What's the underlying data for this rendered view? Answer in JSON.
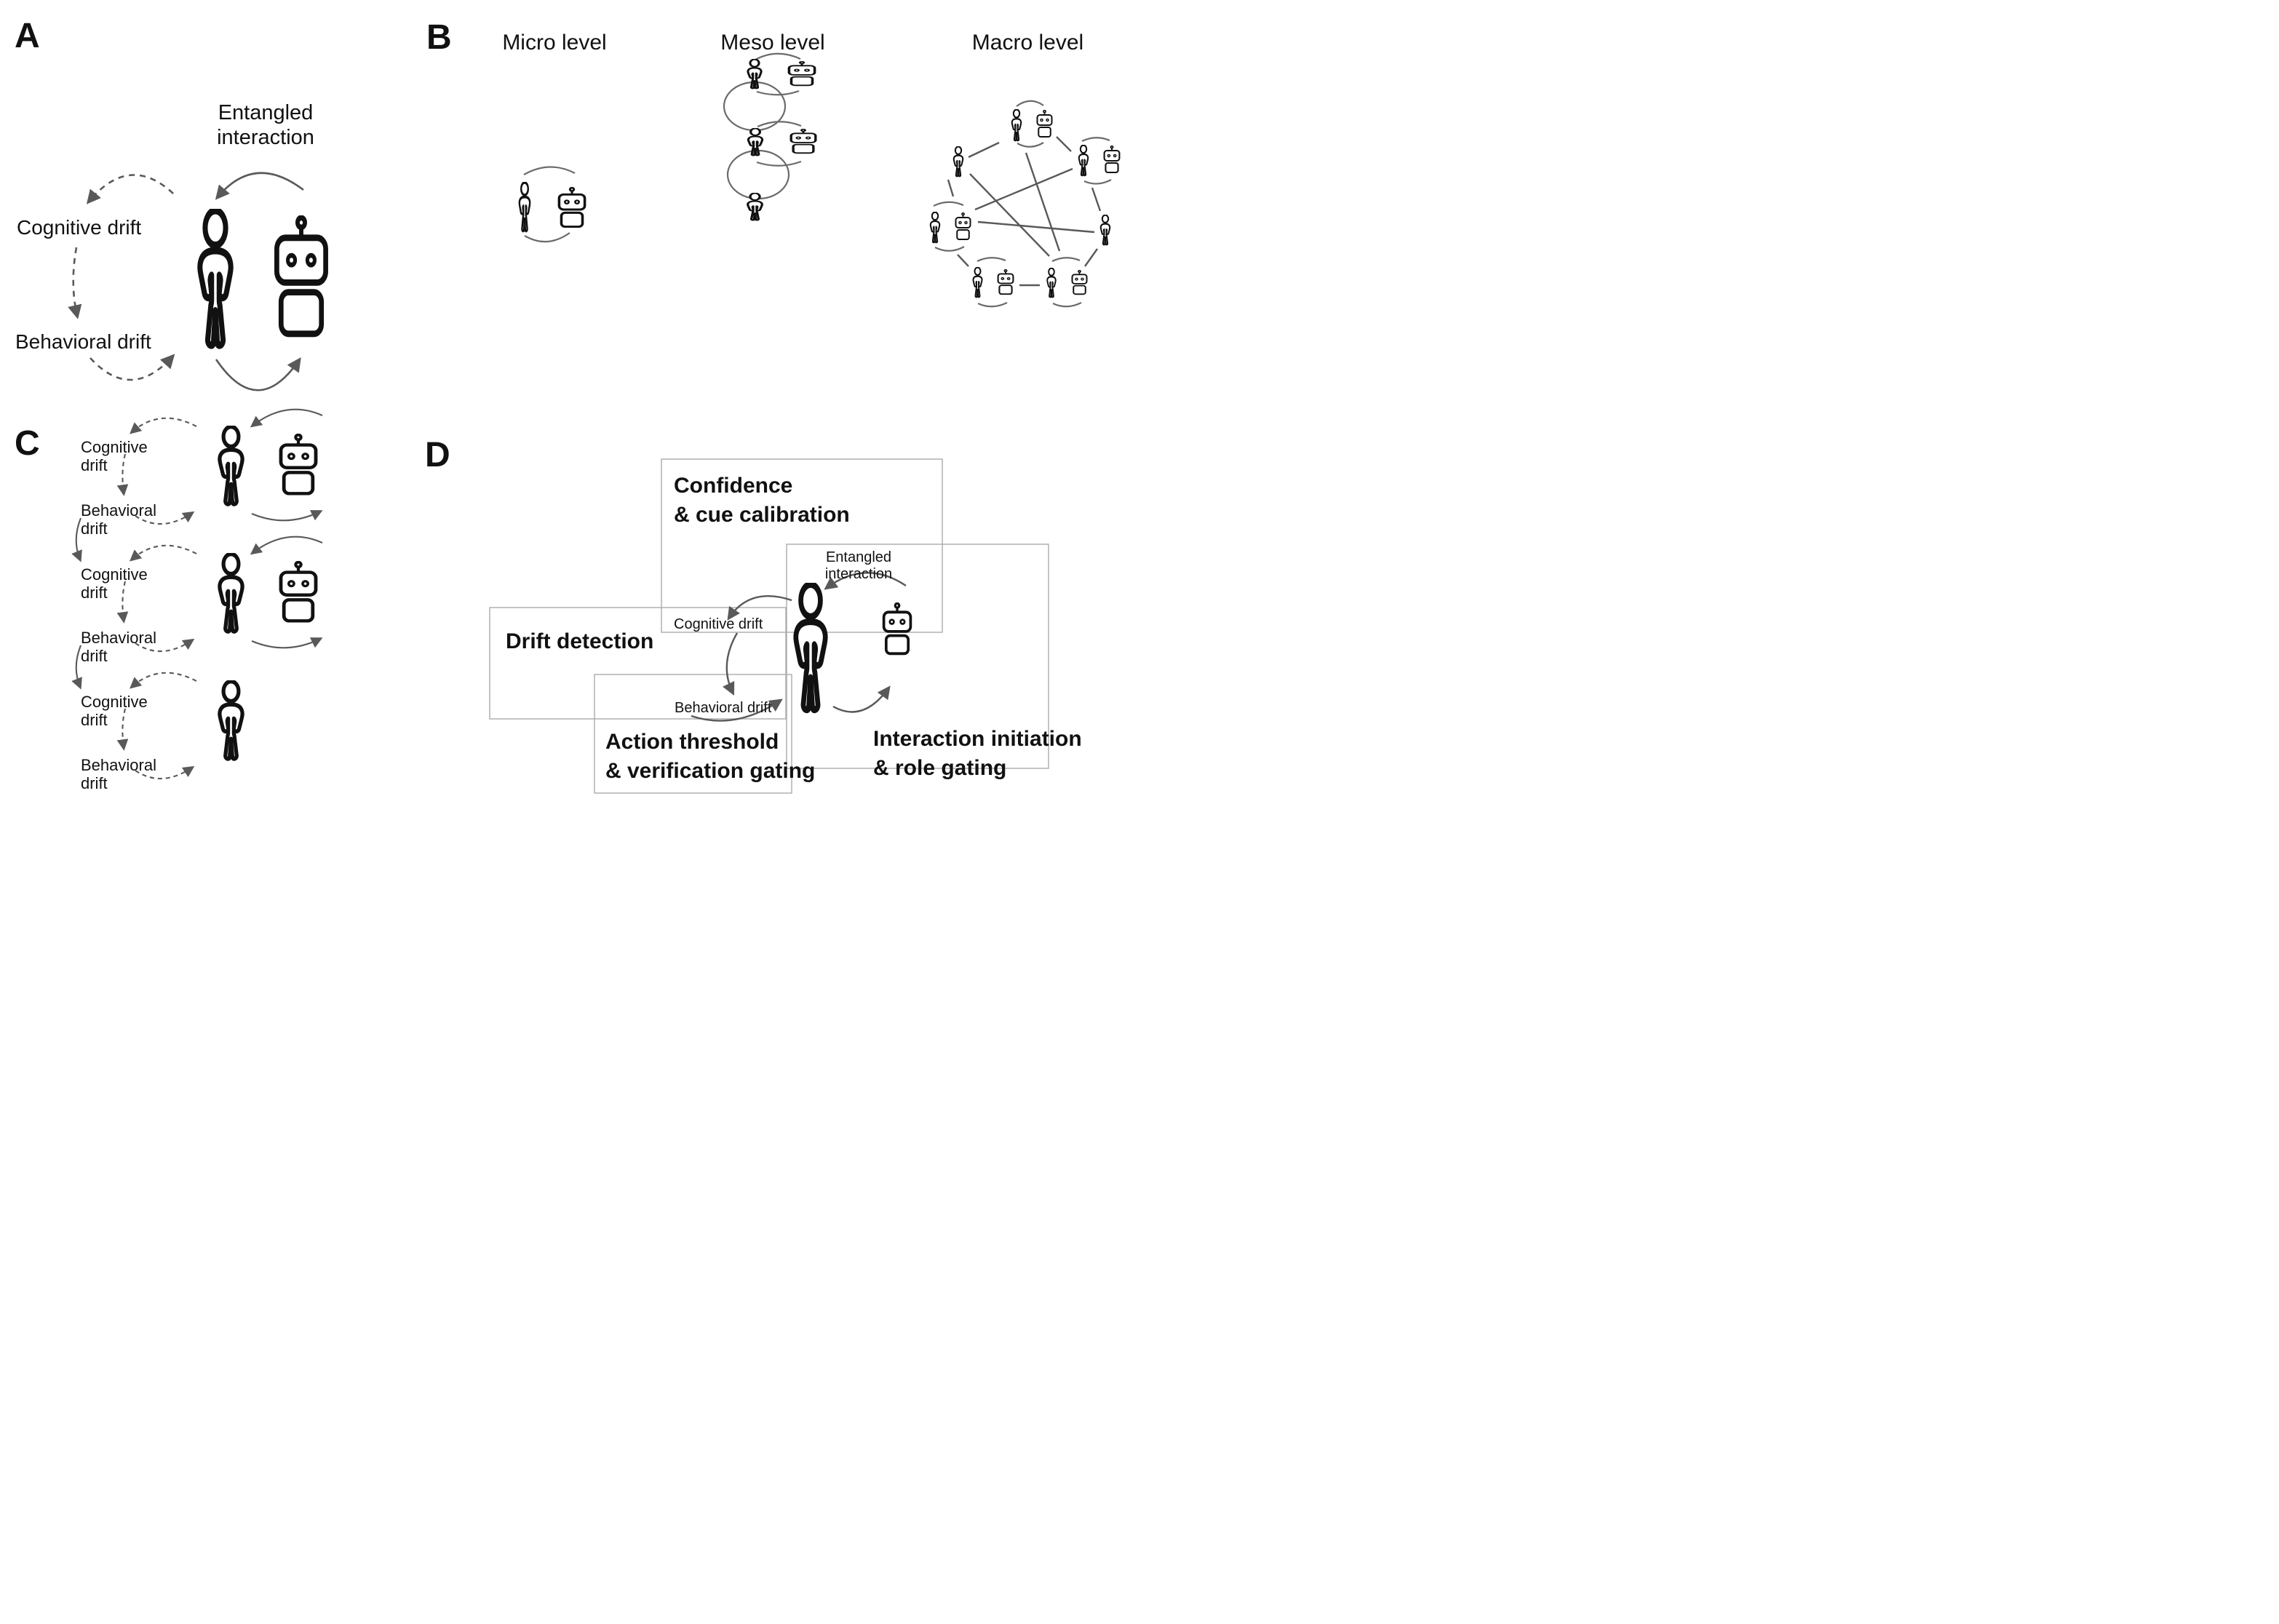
{
  "figure": {
    "panel_a": {
      "label": "A",
      "entangled_line1": "Entangled",
      "entangled_line2": "interaction",
      "cognitive_drift": "Cognitive drift",
      "behavioral_drift": "Behavioral drift"
    },
    "panel_b": {
      "label": "B",
      "micro_title": "Micro level",
      "meso_title": "Meso level",
      "macro_title": "Macro level"
    },
    "panel_c": {
      "label": "C",
      "tiers": [
        {
          "cognitive_drift": "Cognitive drift",
          "behavioral_drift": "Behavioral drift"
        },
        {
          "cognitive_drift": "Cognitive drift",
          "behavioral_drift": "Behavioral drift"
        },
        {
          "cognitive_drift": "Cognitive drift",
          "behavioral_drift": "Behavioral drift"
        }
      ]
    },
    "panel_d": {
      "label": "D",
      "box_confidence_line1": "Confidence",
      "box_confidence_line2": "& cue calibration",
      "box_drift": "Drift detection",
      "box_action_line1": "Action threshold",
      "box_action_line2": "& verification gating",
      "box_interaction_line1": "Interaction initiation",
      "box_interaction_line2": "& role gating",
      "entangled_line1": "Entangled",
      "entangled_line2": "interaction",
      "cognitive_drift": "Cognitive drift",
      "behavioral_drift": "Behavioral drift"
    },
    "icons": {
      "person": "person-icon",
      "robot": "robot-icon"
    },
    "colors": {
      "background": "#ffffff",
      "icon_stroke": "#111111",
      "arrow_gray": "#595959",
      "box_border": "#ababab",
      "text": "#111111"
    }
  }
}
